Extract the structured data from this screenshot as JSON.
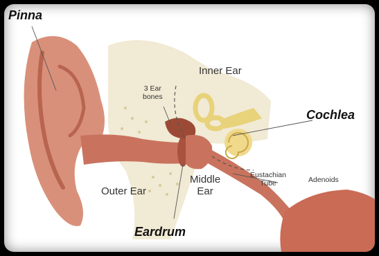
{
  "labels": {
    "pinna": "Pinna",
    "inner_ear": "Inner Ear",
    "ear_bones_line1": "3 Ear",
    "ear_bones_line2": "bones",
    "cochlea": "Cochlea",
    "eustachian_line1": "Eustachian",
    "eustachian_line2": "Tube",
    "adenoids": "Adenoids",
    "outer_ear": "Outer Ear",
    "middle_ear_line1": "Middle",
    "middle_ear_line2": "Ear",
    "eardrum": "Eardrum"
  },
  "colors": {
    "frame": "#000000",
    "background": "#ffffff",
    "skin": "#d9907a",
    "skin_dark": "#b8654f",
    "canal": "#c9735e",
    "bone": "#efe6cc",
    "bone_dots": "#d8c9a0",
    "cochlea": "#f0d98a",
    "nerve": "#e8d27a",
    "adenoids": "#c96b55",
    "leader": "#555555"
  }
}
